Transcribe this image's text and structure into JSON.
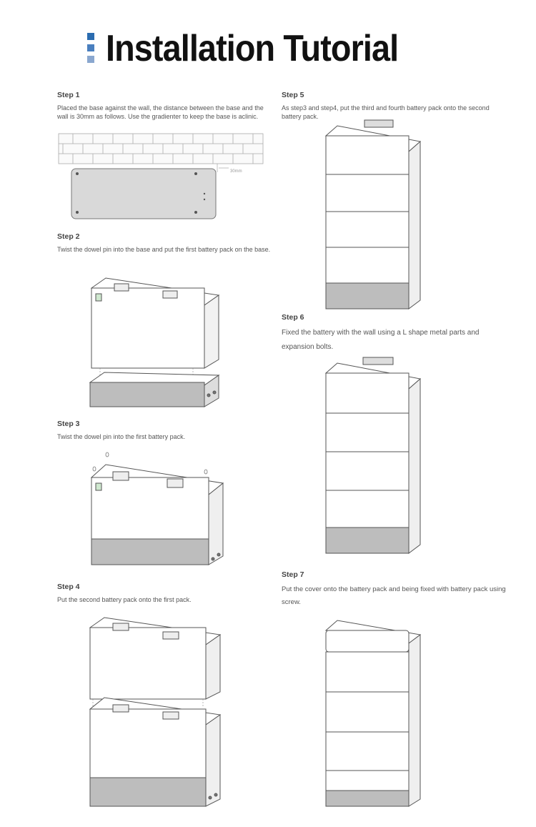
{
  "header": {
    "title": "Installation Tutorial"
  },
  "wall_label": "30mm",
  "steps": [
    {
      "title": "Step 1",
      "text": "Placed the base against the wall, the distance between the base and the wall is 30mm as  follows. Use the gradienter to keep the base is aclinic."
    },
    {
      "title": "Step 2",
      "text": "Twist the dowel pin into the base and put the first battery pack on the base."
    },
    {
      "title": "Step 3",
      "text": "Twist the dowel pin into the first battery pack."
    },
    {
      "title": "Step 4",
      "text": "Put the second battery pack onto the first pack."
    },
    {
      "title": "Step 5",
      "text": "As step3 and step4, put the third and fourth battery pack onto the second battery pack."
    },
    {
      "title": "Step 6",
      "text": "Fixed the battery with the wall using a L shape metal parts and expansion bolts."
    },
    {
      "title": "Step 7",
      "text": "Put the cover onto the battery pack and being fixed with battery pack using screw."
    }
  ]
}
